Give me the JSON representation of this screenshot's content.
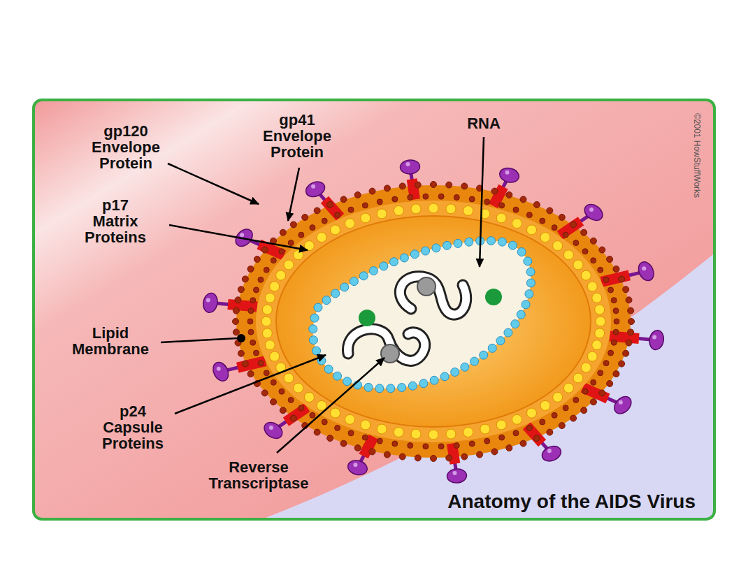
{
  "diagram": {
    "title": "Anatomy of the AIDS Virus",
    "labels": [
      "gp120 Envelope Protein",
      "gp41 Envelope Protein",
      "RNA",
      "p17 Matrix Proteins",
      "Lipid Membrane",
      "p24 Capsule Proteins",
      "Reverse Transcriptase",
      "©2001 HowStuffWorks"
    ]
  }
}
